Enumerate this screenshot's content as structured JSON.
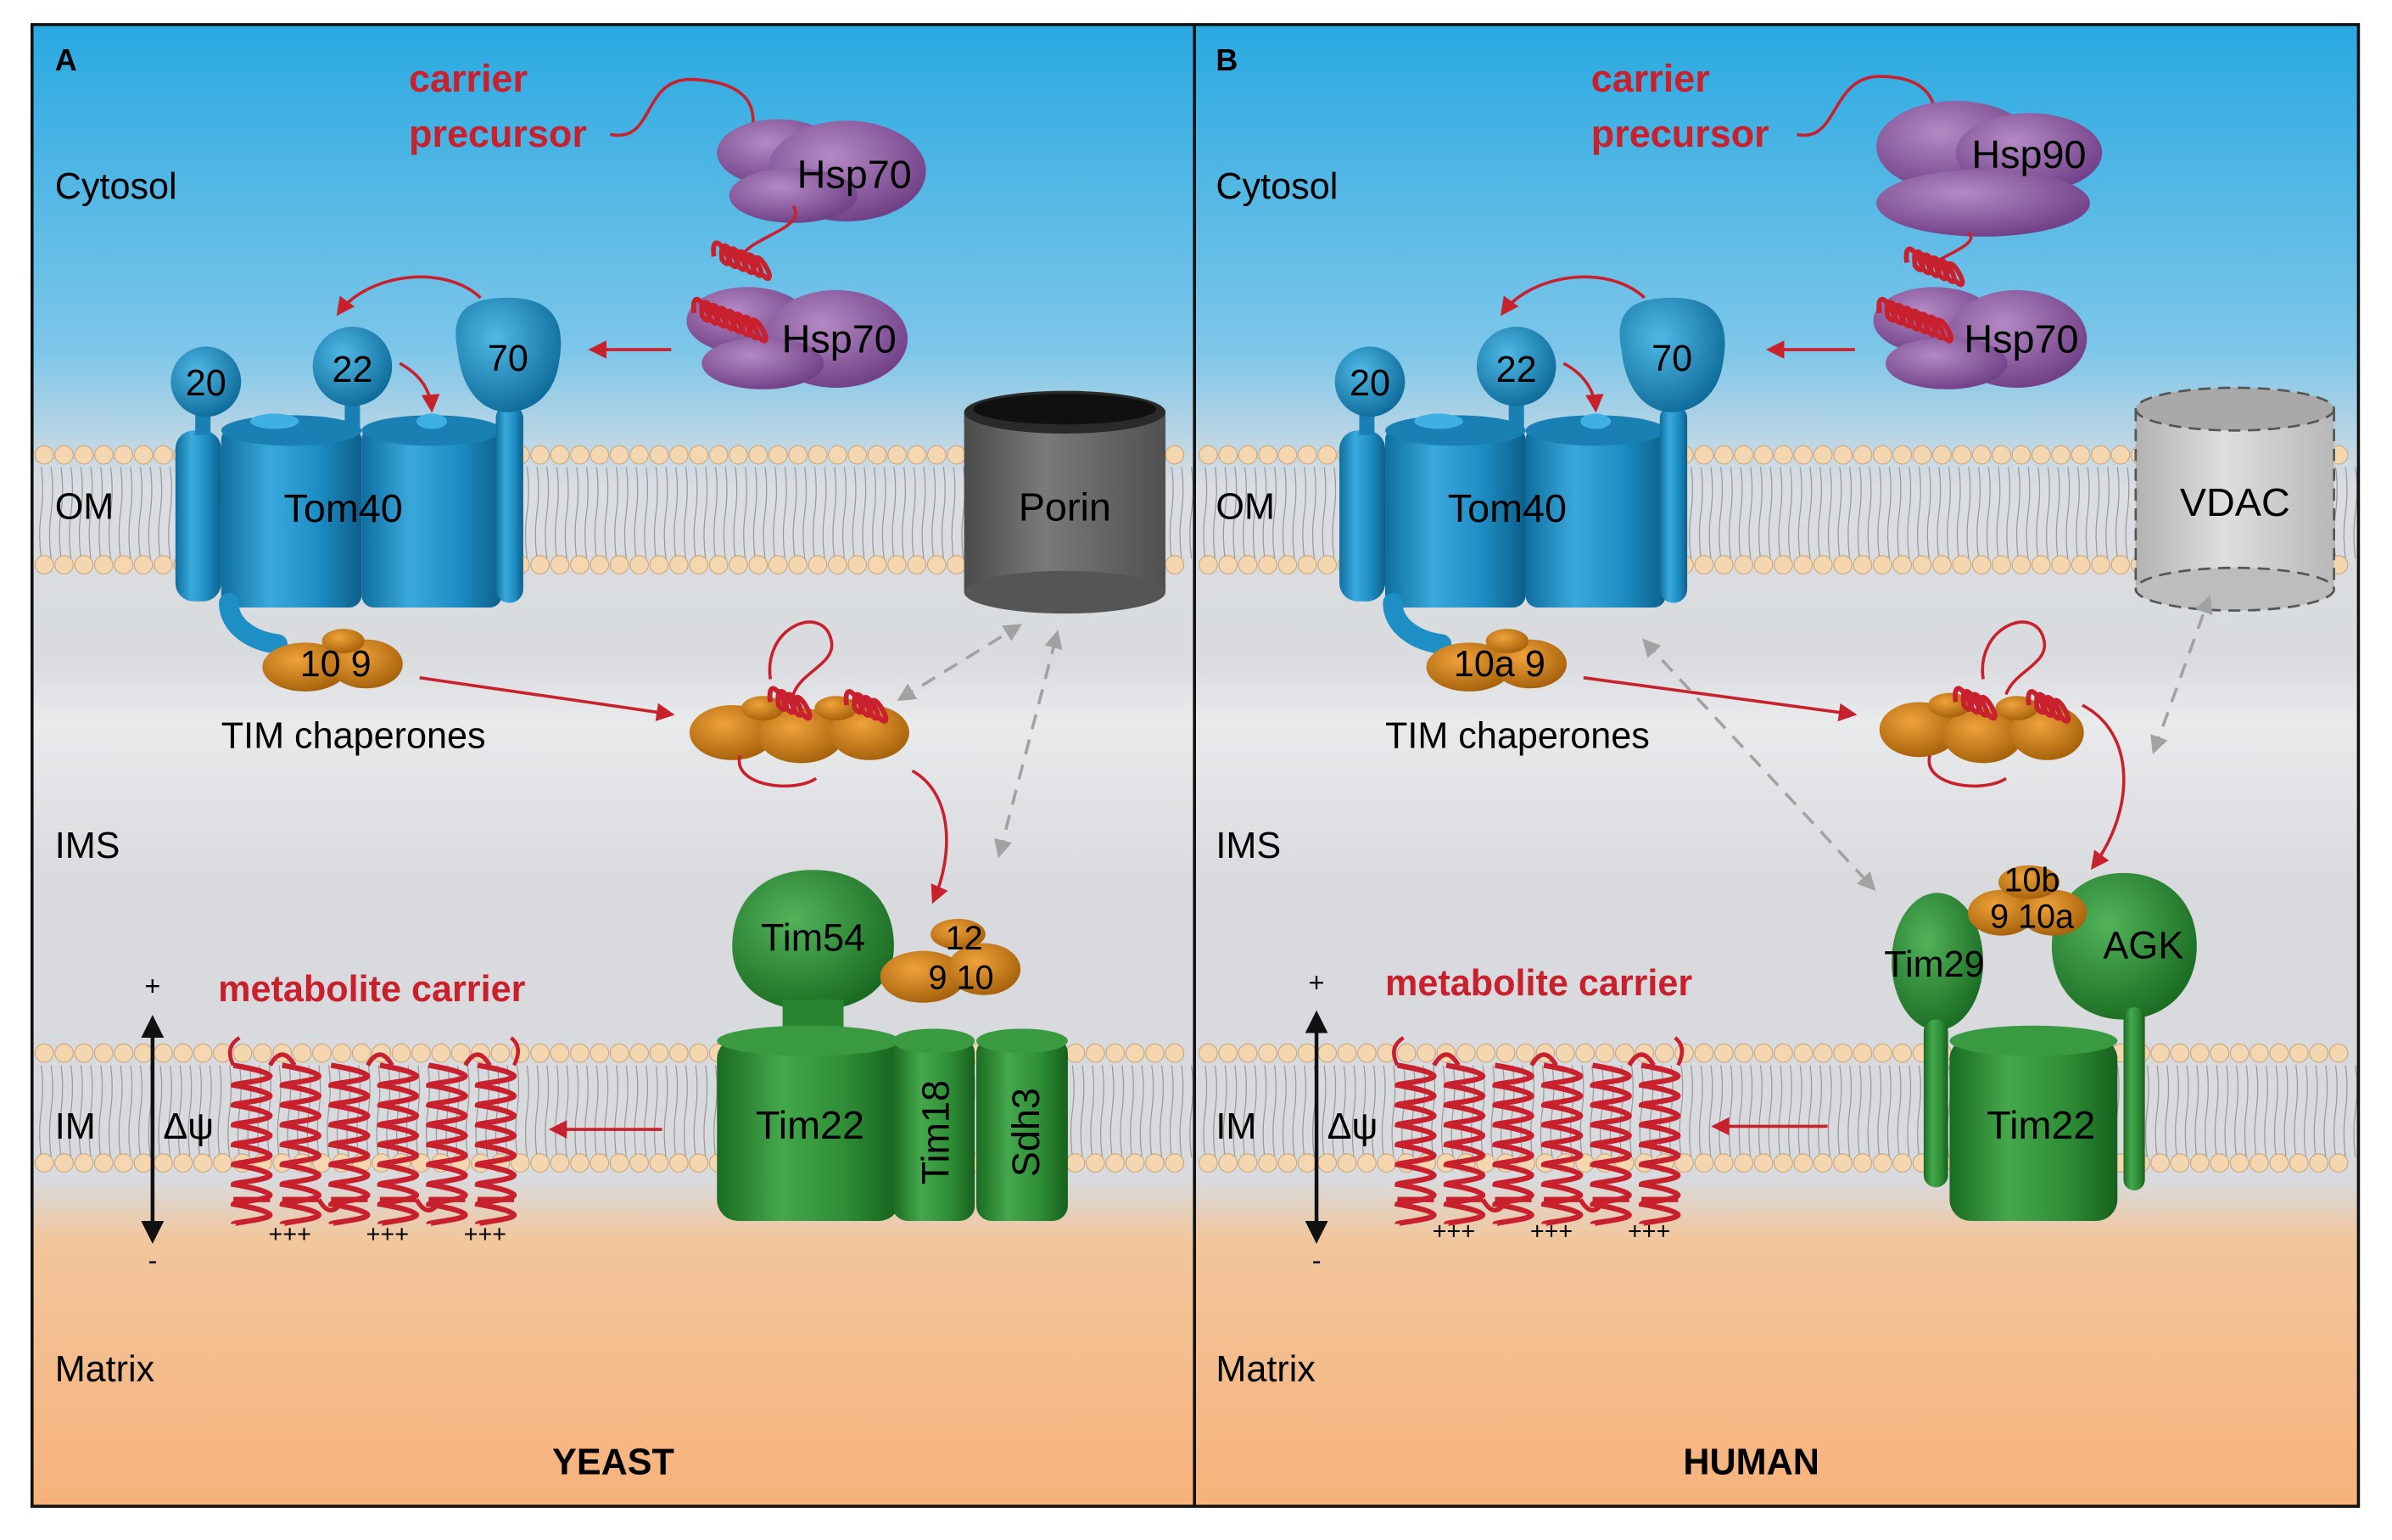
{
  "panels": [
    {
      "letter": "A",
      "organism": "YEAST",
      "carrier_precursor": [
        "carrier",
        "precursor"
      ],
      "chaperone_top": "Hsp70",
      "chaperone_bottom": "Hsp70",
      "tom_receptors": [
        "20",
        "22",
        "70"
      ],
      "tom_channel": "Tom40",
      "pore": "Porin",
      "tim_small": "10  9",
      "tim_chaperones": "TIM chaperones",
      "metabolite_carrier": "metabolite carrier",
      "charges": [
        "+++",
        "+++",
        "+++"
      ],
      "delta_psi": "Δψ",
      "plus": "+",
      "minus": "-",
      "complex_top": "Tim54",
      "complex_small": [
        "12",
        "9 10"
      ],
      "complex_main": "Tim22",
      "complex_extra": [
        "Tim18",
        "Sdh3"
      ]
    },
    {
      "letter": "B",
      "organism": "HUMAN",
      "carrier_precursor": [
        "carrier",
        "precursor"
      ],
      "chaperone_top": "Hsp90",
      "chaperone_bottom": "Hsp70",
      "tom_receptors": [
        "20",
        "22",
        "70"
      ],
      "tom_channel": "Tom40",
      "pore": "VDAC",
      "tim_small": "10a 9",
      "tim_chaperones": "TIM chaperones",
      "metabolite_carrier": "metabolite carrier",
      "charges": [
        "+++",
        "+++",
        "+++"
      ],
      "delta_psi": "Δψ",
      "plus": "+",
      "minus": "-",
      "complex_small": [
        "10b",
        "9 10a"
      ],
      "complex_side": "Tim29",
      "complex_agk": "AGK",
      "complex_main": "Tim22"
    }
  ],
  "compartments": [
    "Cytosol",
    "OM",
    "IMS",
    "IM",
    "Matrix"
  ],
  "colors": {
    "cytosol_top": "#29a9e1",
    "cytosol_bottom": "#e6e8ec",
    "matrix": "#f6b47c",
    "tom_blue": "#1e8fc4",
    "tim_green": "#2e8d35",
    "tim_chaperone_orange": "#c27814",
    "hsp_purple": "#8b55a0",
    "precursor_red": "#c8202d",
    "porin_gray": "#666666",
    "vdac_gray": "#c6c6c6",
    "lipid_head": "#f4d6b0"
  }
}
